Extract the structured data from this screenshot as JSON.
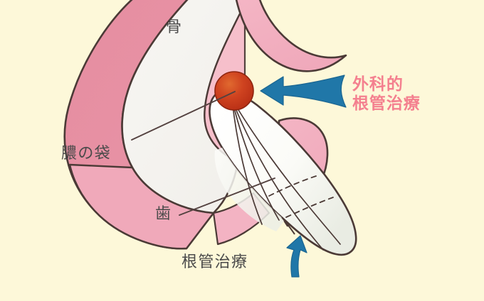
{
  "figure": {
    "type": "dental-anatomy-illustration",
    "subject": "Apical periodontitis treated by root canal therapy and apical surgery",
    "background_color": "#fdf8d9"
  },
  "labels": {
    "bone": "骨",
    "pus_sac": "膿の袋",
    "tooth": "歯",
    "root_canal_treatment": "根管治療",
    "surgical_line1": "外科的",
    "surgical_line2": "根管治療"
  },
  "colors": {
    "background": "#fdf8d9",
    "gum_dark": "#e58ea1",
    "gum_mid": "#eda3b4",
    "gum_light": "#f3b8c6",
    "bone": "#f4f2ee",
    "tooth": "#fdfdfb",
    "tooth_shade": "#eef0ea",
    "abscess": "#c4351d",
    "abscess_highlight": "#d8512c",
    "arrow_blue": "#2077a8",
    "text_dark": "#4a4a4a",
    "text_pink": "#f4808f",
    "outline": "#4b3a36"
  },
  "annotations": {
    "leader_lines": [
      {
        "name": "pus-sac-leader",
        "from_label": "膿の袋",
        "to_target": "abscess"
      },
      {
        "name": "tooth-leader",
        "from_label": "歯",
        "to_target": "tooth-root"
      }
    ],
    "arrows": [
      {
        "name": "surgical-arrow",
        "direction": "left",
        "color": "#2077a8",
        "points_to": "abscess",
        "label": "外科的根管治療"
      },
      {
        "name": "rct-arrow",
        "direction": "up",
        "color": "#2077a8",
        "points_to": "tooth-crown",
        "label": "根管治療"
      }
    ]
  }
}
